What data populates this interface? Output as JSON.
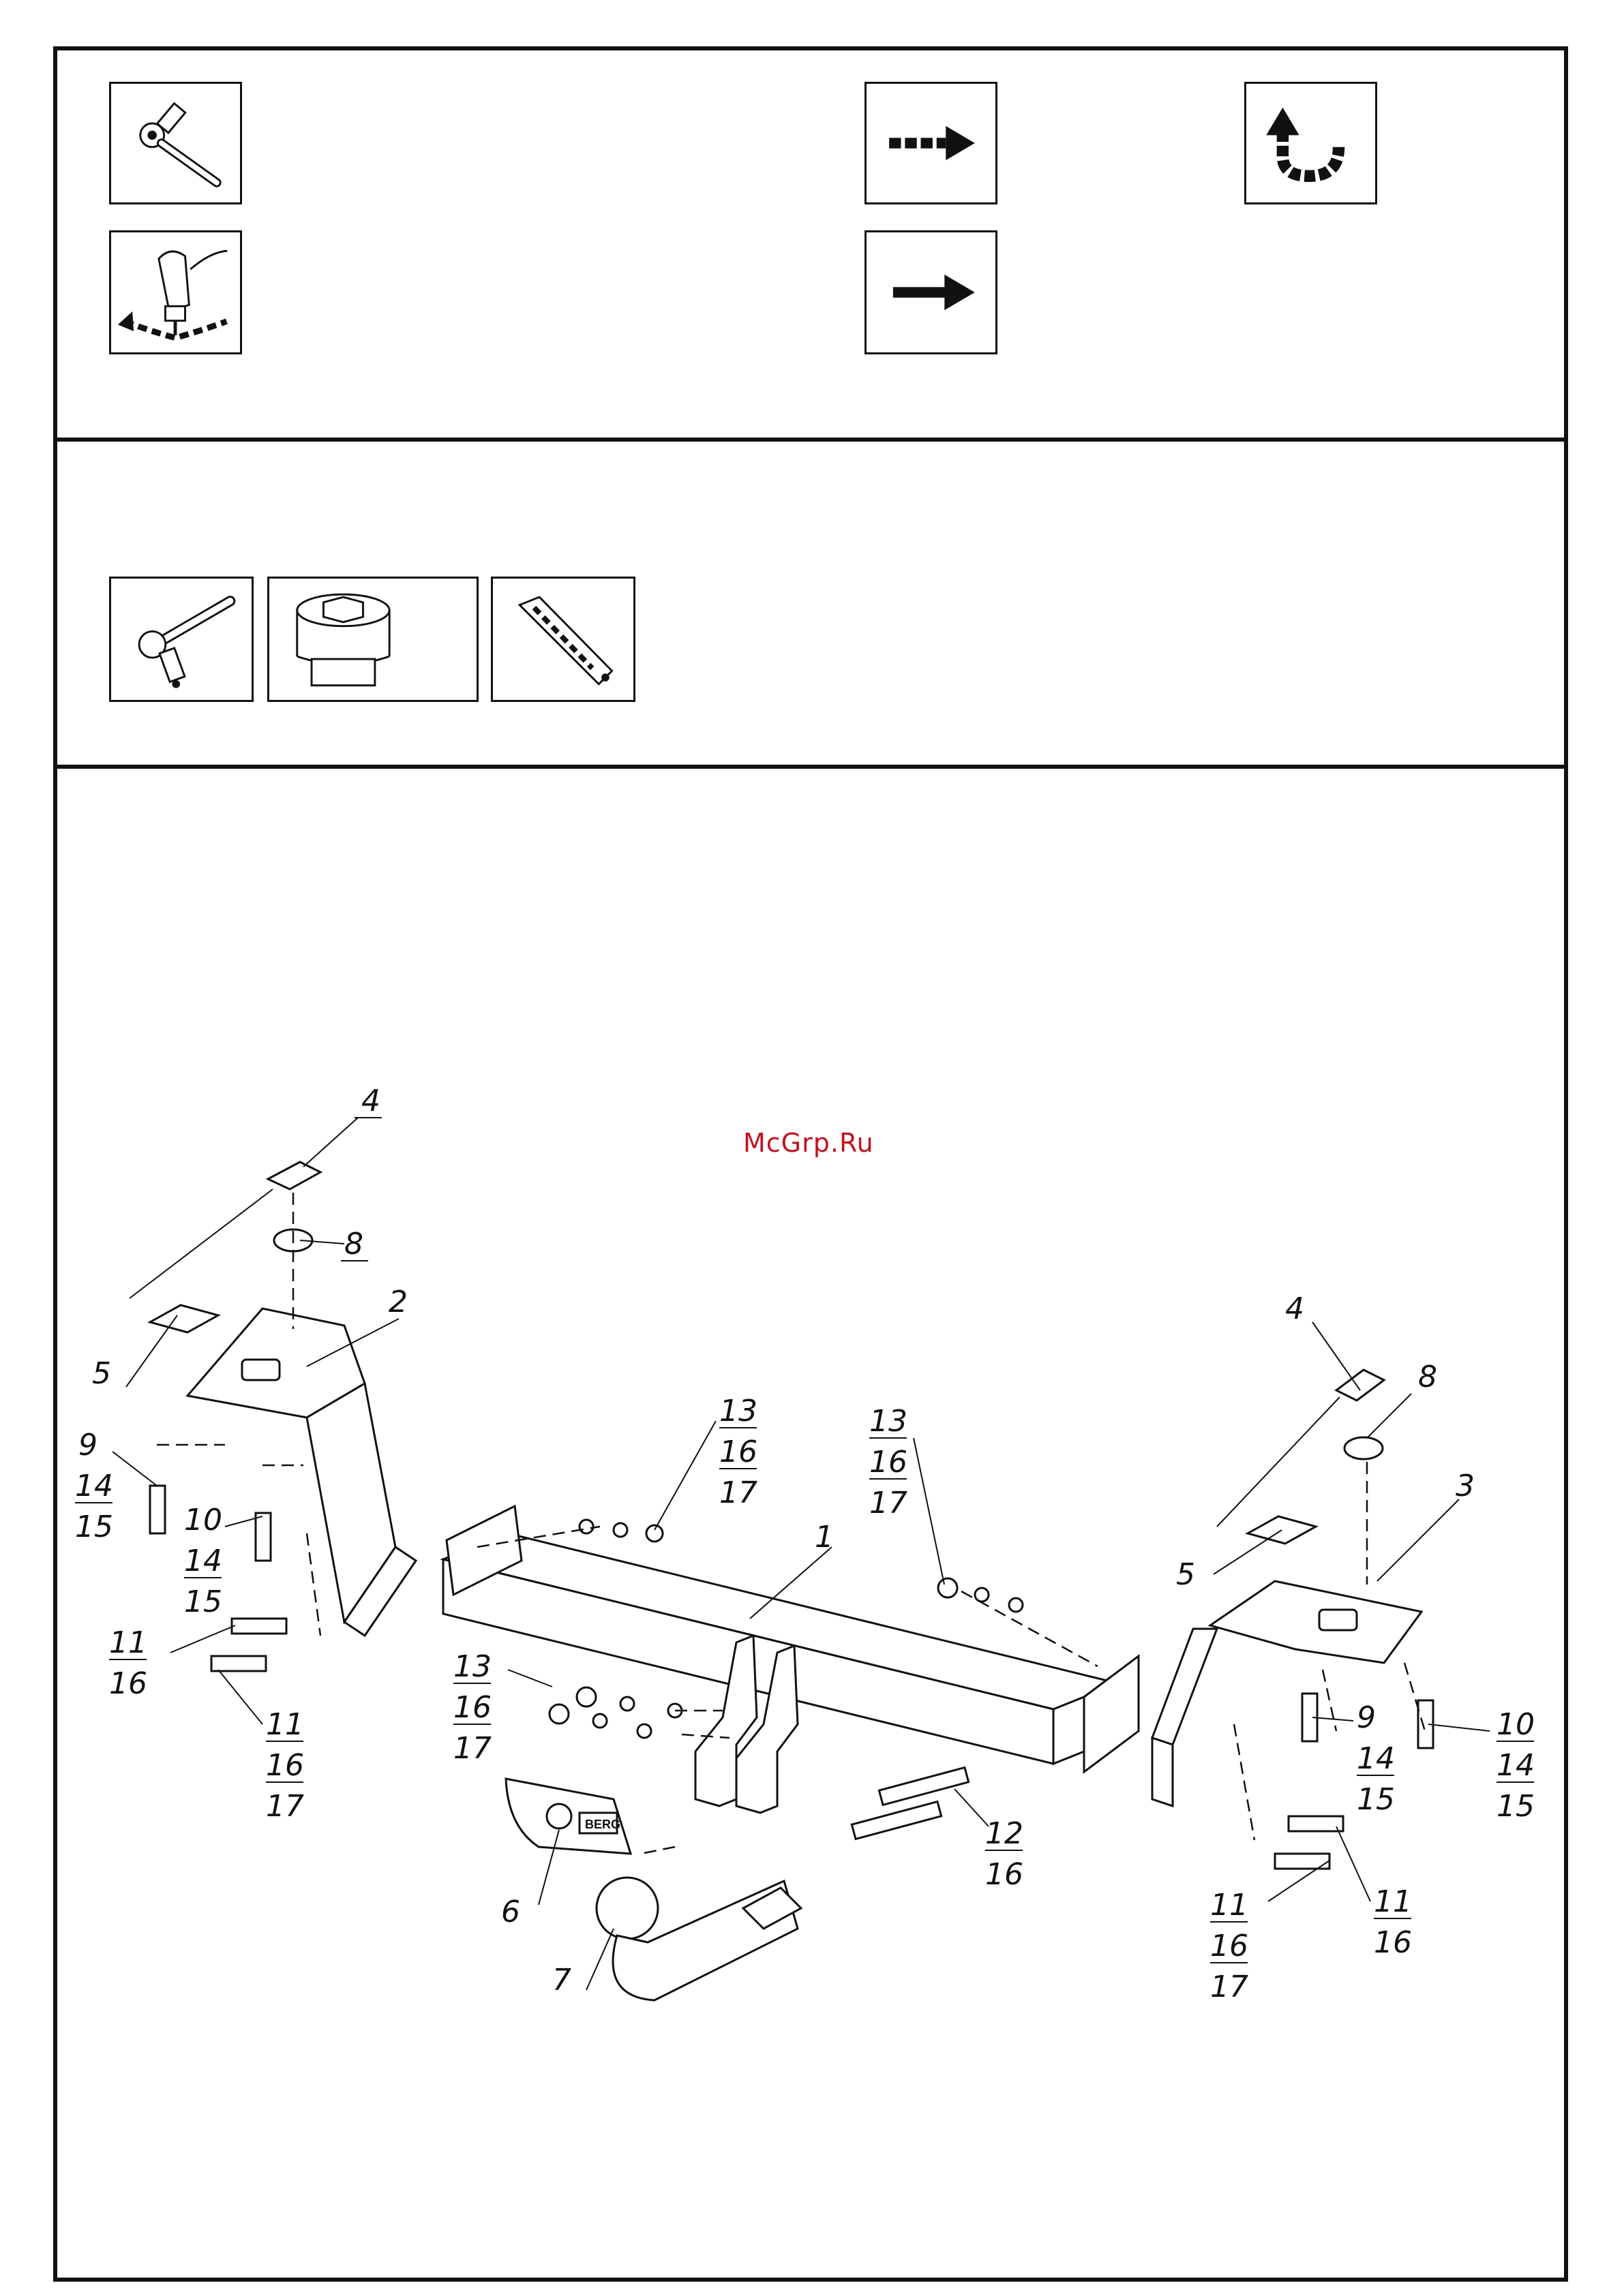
{
  "watermark": "McGrp.Ru",
  "icons": {
    "header": [
      "ratchet-wrench-icon",
      "dotted-arrow-right-icon",
      "curved-arrow-up-icon",
      "hand-tightening-icon",
      "solid-arrow-right-icon"
    ],
    "tools": [
      "ratchet-wrench-icon",
      "socket-head-icon",
      "utility-knife-icon"
    ]
  },
  "parts": {
    "p1": "1",
    "p2": "2",
    "p3": "3",
    "p4": "4",
    "p5": "5",
    "p6": "6",
    "p7": "7",
    "p8": "8",
    "p9": "9",
    "p10": "10",
    "p11": "11",
    "p12": "12",
    "p13": "13",
    "p14": "14",
    "p15": "15",
    "p16": "16",
    "p17": "17"
  },
  "socket_brand": "BERG",
  "colors": {
    "ink": "#111111",
    "watermark": "#c1121f"
  }
}
